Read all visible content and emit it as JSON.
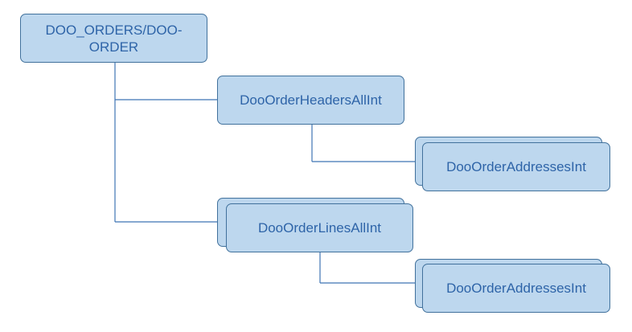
{
  "diagram": {
    "nodes": {
      "root": {
        "label": "DOO_ORDERS/DOO-ORDER"
      },
      "headers": {
        "label": "DooOrderHeadersAllInt"
      },
      "headers_addresses": {
        "label": "DooOrderAddressesInt"
      },
      "lines": {
        "label": "DooOrderLinesAllInt"
      },
      "lines_addresses": {
        "label": "DooOrderAddressesInt"
      }
    },
    "edges": [
      {
        "from": "root",
        "to": "headers"
      },
      {
        "from": "root",
        "to": "lines"
      },
      {
        "from": "headers",
        "to": "headers_addresses"
      },
      {
        "from": "lines",
        "to": "lines_addresses"
      }
    ],
    "colors": {
      "node_fill": "#bdd7ee",
      "node_border": "#41719c",
      "text": "#2e64a8",
      "connector": "#3f74b5"
    }
  }
}
